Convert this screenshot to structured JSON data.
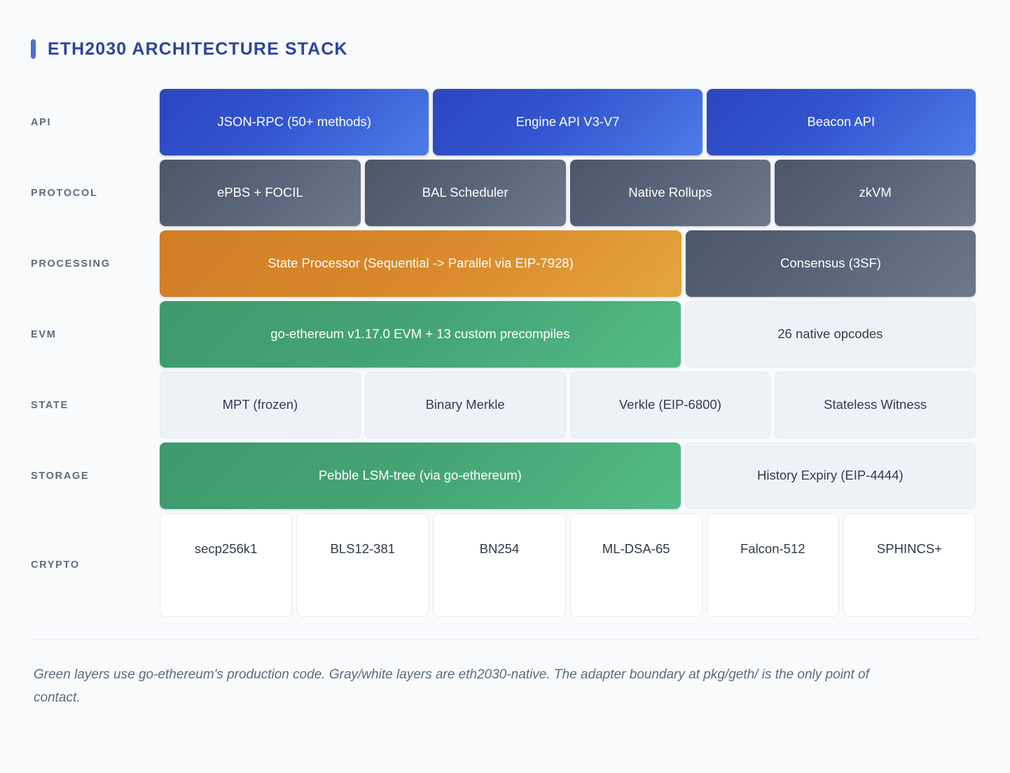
{
  "header": {
    "title": "ETH2030 ARCHITECTURE STACK",
    "accent_color": "#4a6fd4",
    "title_color": "#2c449c"
  },
  "colors": {
    "blue": "#2b46bf",
    "blue_light": "#4d7ce8",
    "gray": "#4c5768",
    "gray_light": "#6d788b",
    "orange": "#d07d26",
    "green": "#3e9a6d",
    "light_cell": "#eef2f7",
    "white_cell": "#ffffff",
    "page_bg": "#f8fafc",
    "label": "#5d6b7e"
  },
  "layers": [
    {
      "label": "API",
      "cells": [
        {
          "text": "JSON-RPC (50+ methods)",
          "style": "blue",
          "flex": 2
        },
        {
          "text": "Engine API V3-V7",
          "style": "blue",
          "flex": 2
        },
        {
          "text": "Beacon API",
          "style": "blue",
          "flex": 2
        }
      ]
    },
    {
      "label": "PROTOCOL",
      "cells": [
        {
          "text": "ePBS + FOCIL",
          "style": "gray",
          "flex": 1
        },
        {
          "text": "BAL Scheduler",
          "style": "gray",
          "flex": 1
        },
        {
          "text": "Native Rollups",
          "style": "gray",
          "flex": 1
        },
        {
          "text": "zkVM",
          "style": "gray",
          "flex": 1
        }
      ]
    },
    {
      "label": "PROCESSING",
      "cells": [
        {
          "text": "State Processor (Sequential -> Parallel via EIP-7928)",
          "style": "orange",
          "flex": 13
        },
        {
          "text": "Consensus (3SF)",
          "style": "gray",
          "flex": 7
        }
      ]
    },
    {
      "label": "EVM",
      "cells": [
        {
          "text": "go-ethereum v1.17.0 EVM + 13 custom precompiles",
          "style": "green",
          "flex": 13
        },
        {
          "text": "26 native opcodes",
          "style": "light",
          "flex": 7
        }
      ]
    },
    {
      "label": "STATE",
      "cells": [
        {
          "text": "MPT (frozen)",
          "style": "light",
          "flex": 1
        },
        {
          "text": "Binary Merkle",
          "style": "light",
          "flex": 1
        },
        {
          "text": "Verkle (EIP-6800)",
          "style": "light",
          "flex": 1
        },
        {
          "text": "Stateless Witness",
          "style": "light",
          "flex": 1
        }
      ]
    },
    {
      "label": "STORAGE",
      "cells": [
        {
          "text": "Pebble LSM-tree (via go-ethereum)",
          "style": "green",
          "flex": 13
        },
        {
          "text": "History Expiry (EIP-4444)",
          "style": "light",
          "flex": 7
        }
      ]
    },
    {
      "label": "CRYPTO",
      "cells": [
        {
          "text": "secp256k1",
          "style": "white",
          "flex": 1
        },
        {
          "text": "BLS12-381",
          "style": "white",
          "flex": 1
        },
        {
          "text": "BN254",
          "style": "white",
          "flex": 1
        },
        {
          "text": "ML-DSA-65",
          "style": "white",
          "flex": 1
        },
        {
          "text": "Falcon-512",
          "style": "white",
          "flex": 1
        },
        {
          "text": "SPHINCS+",
          "style": "white",
          "flex": 1
        }
      ]
    }
  ],
  "footer": {
    "note": "Green layers use go-ethereum's production code. Gray/white layers are eth2030-native. The adapter boundary at pkg/geth/ is the only point of contact."
  }
}
